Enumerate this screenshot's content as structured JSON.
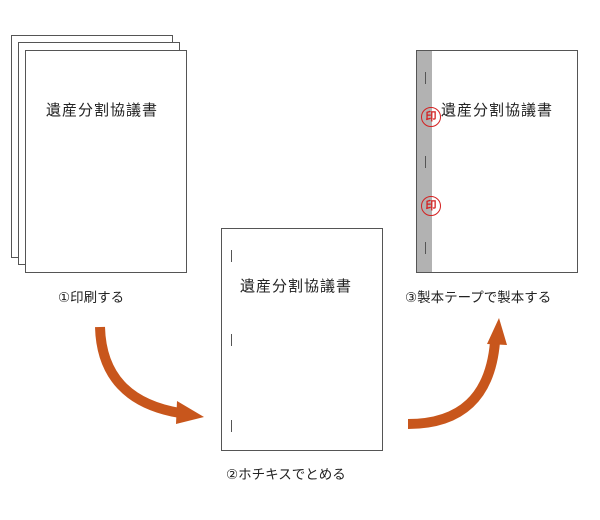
{
  "document_title": "遺産分割協議書",
  "steps": [
    {
      "label": "①印刷する"
    },
    {
      "label": "②ホチキスでとめる"
    },
    {
      "label": "③製本テープで製本する"
    }
  ],
  "seal_glyph": "印",
  "colors": {
    "arrow": "#c8561c",
    "seal": "#d42020",
    "tape": "#b2b2b2",
    "border": "#555555"
  }
}
